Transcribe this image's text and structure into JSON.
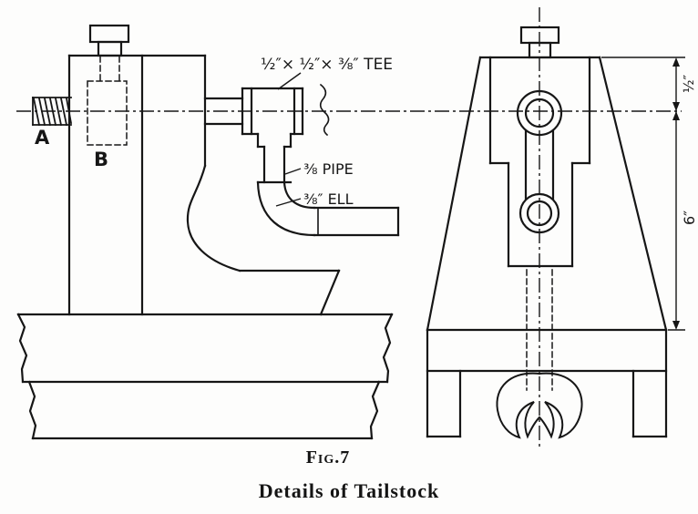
{
  "figure": {
    "fig_number": "Fig.7",
    "caption": "Details of Tailstock"
  },
  "annotations": {
    "tee": "½″× ½″× ⅜″ TEE",
    "label_a": "A",
    "label_b": "B",
    "pipe": "⅜ PIPE",
    "ell": "⅜″ ELL",
    "dim_top": "½″",
    "dim_side": "6″"
  },
  "colors": {
    "ink": "#161616",
    "paper": "#fdfdfc"
  }
}
